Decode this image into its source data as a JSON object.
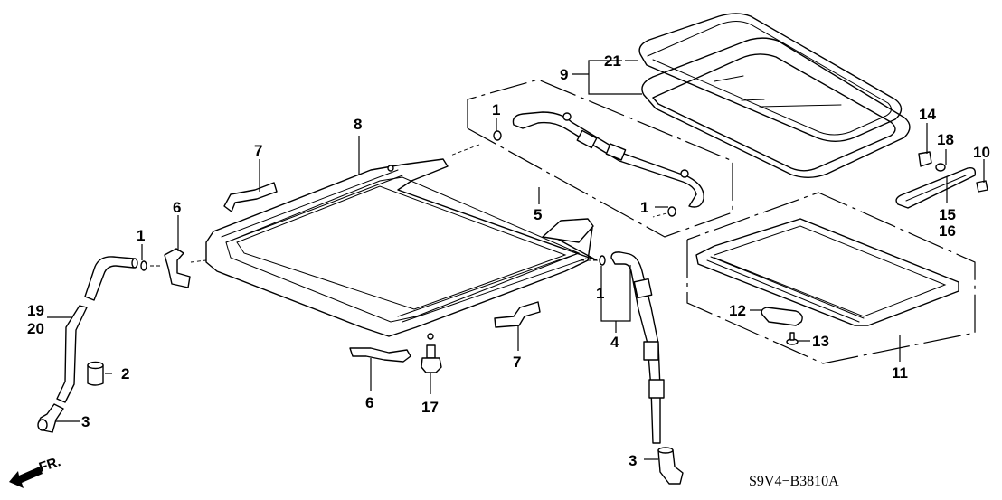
{
  "diagram": {
    "title": "Sunroof assembly parts diagram",
    "diagram_code": "S9V4−B3810A",
    "direction_indicator": {
      "label": "FR.",
      "icon": "front-direction-arrow-icon"
    },
    "callouts": [
      {
        "id": "c1a",
        "label": "1",
        "part": "hose-clamp"
      },
      {
        "id": "c1b",
        "label": "1",
        "part": "hose-clamp"
      },
      {
        "id": "c1c",
        "label": "1",
        "part": "hose-clamp"
      },
      {
        "id": "c1d",
        "label": "1",
        "part": "hose-clamp"
      },
      {
        "id": "c2",
        "label": "2",
        "part": "hose-joint"
      },
      {
        "id": "c3a",
        "label": "3",
        "part": "drain-elbow"
      },
      {
        "id": "c3b",
        "label": "3",
        "part": "drain-elbow"
      },
      {
        "id": "c4",
        "label": "4",
        "part": "rear-drain-tube"
      },
      {
        "id": "c5",
        "label": "5",
        "part": "front-drain-tube-assembly"
      },
      {
        "id": "c6a",
        "label": "6",
        "part": "frame-bracket"
      },
      {
        "id": "c6b",
        "label": "6",
        "part": "frame-bracket"
      },
      {
        "id": "c7a",
        "label": "7",
        "part": "frame-bracket"
      },
      {
        "id": "c7b",
        "label": "7",
        "part": "frame-bracket"
      },
      {
        "id": "c8",
        "label": "8",
        "part": "sunroof-frame"
      },
      {
        "id": "c9",
        "label": "9",
        "part": "glass-assembly"
      },
      {
        "id": "c10",
        "label": "10",
        "part": "clip"
      },
      {
        "id": "c11",
        "label": "11",
        "part": "sunshade-assembly"
      },
      {
        "id": "c12",
        "label": "12",
        "part": "sunshade-handle"
      },
      {
        "id": "c13",
        "label": "13",
        "part": "screw"
      },
      {
        "id": "c14",
        "label": "14",
        "part": "stopper"
      },
      {
        "id": "c15",
        "label": "15",
        "part": "slider"
      },
      {
        "id": "c16",
        "label": "16",
        "part": "slider"
      },
      {
        "id": "c17",
        "label": "17",
        "part": "bolt"
      },
      {
        "id": "c18",
        "label": "18",
        "part": "screw"
      },
      {
        "id": "c19",
        "label": "19",
        "part": "drain-tube"
      },
      {
        "id": "c20",
        "label": "20",
        "part": "drain-tube"
      },
      {
        "id": "c21",
        "label": "21",
        "part": "glass-weatherstrip"
      }
    ]
  }
}
